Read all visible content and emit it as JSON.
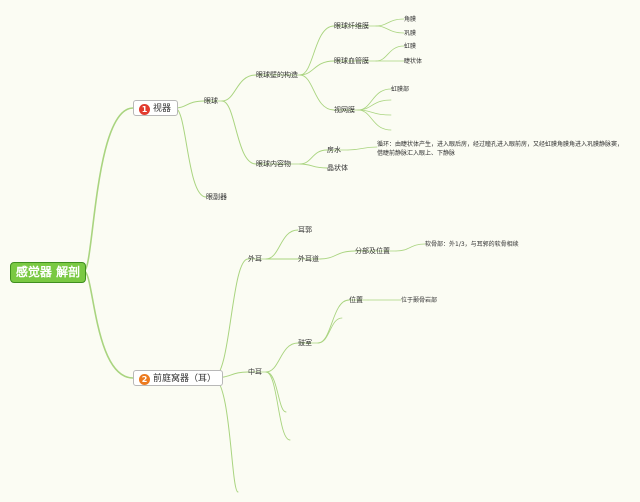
{
  "root": {
    "label": "感觉器 解剖"
  },
  "colors": {
    "root_fill": "#7ac943",
    "link": "#a9d47f",
    "badge_1": "#e23b2e",
    "badge_2": "#ec7a1f"
  },
  "visual_organ": {
    "badge": "1",
    "label": "视器",
    "eyeball": {
      "label": "眼球",
      "wall": {
        "label": "眼球壁的构造",
        "fibrous": {
          "label": "眼球纤维膜",
          "children": [
            "角膜",
            "巩膜"
          ]
        },
        "vascular": {
          "label": "眼球血管膜",
          "children": [
            "虹膜",
            "睫状体"
          ]
        },
        "retina": {
          "label": "视网膜",
          "children": [
            "虹膜部"
          ]
        }
      },
      "contents": {
        "label": "眼球内容物",
        "aqueous": {
          "label": "房水",
          "note": "循环：由睫状体产生，进入眼后房，经过瞳孔进入眼前房，又经虹膜角膜角进入巩膜静脉窦，借睫前静脉汇入眼上、下静脉"
        },
        "lens": {
          "label": "晶状体"
        }
      }
    },
    "accessory": {
      "label": "眼副器"
    }
  },
  "vestibulocochlear": {
    "badge": "2",
    "label": "前庭窝器（耳）",
    "outer_ear": {
      "label": "外耳",
      "auricle": {
        "label": "耳郭"
      },
      "canal": {
        "label": "外耳道",
        "parts": {
          "label": "分部及位置",
          "cartilage": {
            "label": "软骨部：外1/3，与耳郭的软骨相续"
          }
        }
      }
    },
    "middle_ear": {
      "label": "中耳",
      "tympanic": {
        "label": "鼓室",
        "position": {
          "label": "位置",
          "value": "位于颞骨岩部"
        }
      }
    }
  }
}
